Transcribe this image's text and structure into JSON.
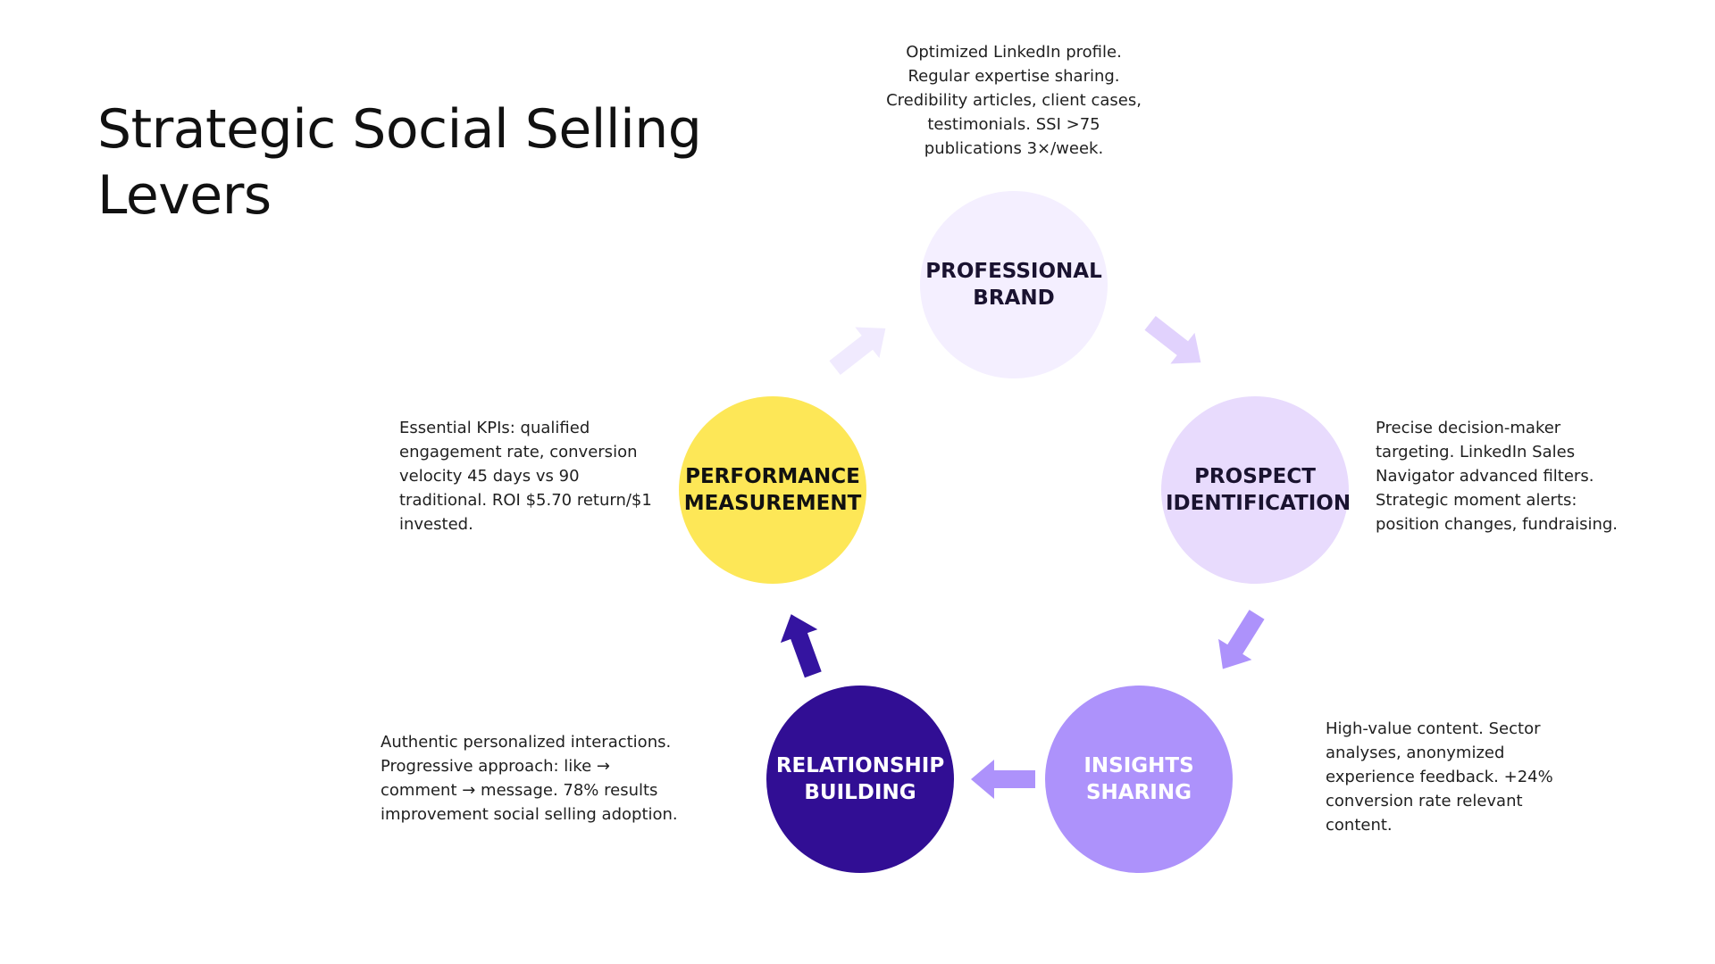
{
  "title": "Strategic Social Selling\nLevers",
  "colors": {
    "professional_brand": "#f4efff",
    "prospect_identification": "#e8dbfd",
    "insights_sharing": "#ad92fb",
    "relationship_building": "#310e94",
    "performance_measurement": "#fde757",
    "arrow_1": "#f0eafe",
    "arrow_2": "#e1d2fd",
    "arrow_3": "#ad92fb",
    "arrow_4": "#ad92fb",
    "arrow_5": "#3414a0"
  },
  "nodes": {
    "professional_brand": {
      "label": "PROFESSIONAL\nBRAND",
      "description": "Optimized LinkedIn profile.\nRegular expertise sharing.\nCredibility articles, client cases,\ntestimonials. SSI >75\npublications 3×/week."
    },
    "prospect_identification": {
      "label": "PROSPECT\nIDENTIFICATION",
      "description": "Precise decision-maker\ntargeting. LinkedIn Sales\nNavigator advanced filters.\nStrategic moment alerts:\nposition changes, fundraising."
    },
    "insights_sharing": {
      "label": "INSIGHTS\nSHARING",
      "description": "High-value content. Sector\nanalyses, anonymized\nexperience feedback. +24%\nconversion rate relevant\ncontent."
    },
    "relationship_building": {
      "label": "RELATIONSHIP\nBUILDING",
      "description": "Authentic personalized interactions.\nProgressive approach: like →\ncomment → message. 78% results\nimprovement social selling adoption."
    },
    "performance_measurement": {
      "label": "PERFORMANCE\nMEASUREMENT",
      "description": "Essential KPIs: qualified\nengagement rate, conversion\nvelocity 45 days vs 90\ntraditional. ROI $5.70 return/$1\ninvested."
    }
  }
}
